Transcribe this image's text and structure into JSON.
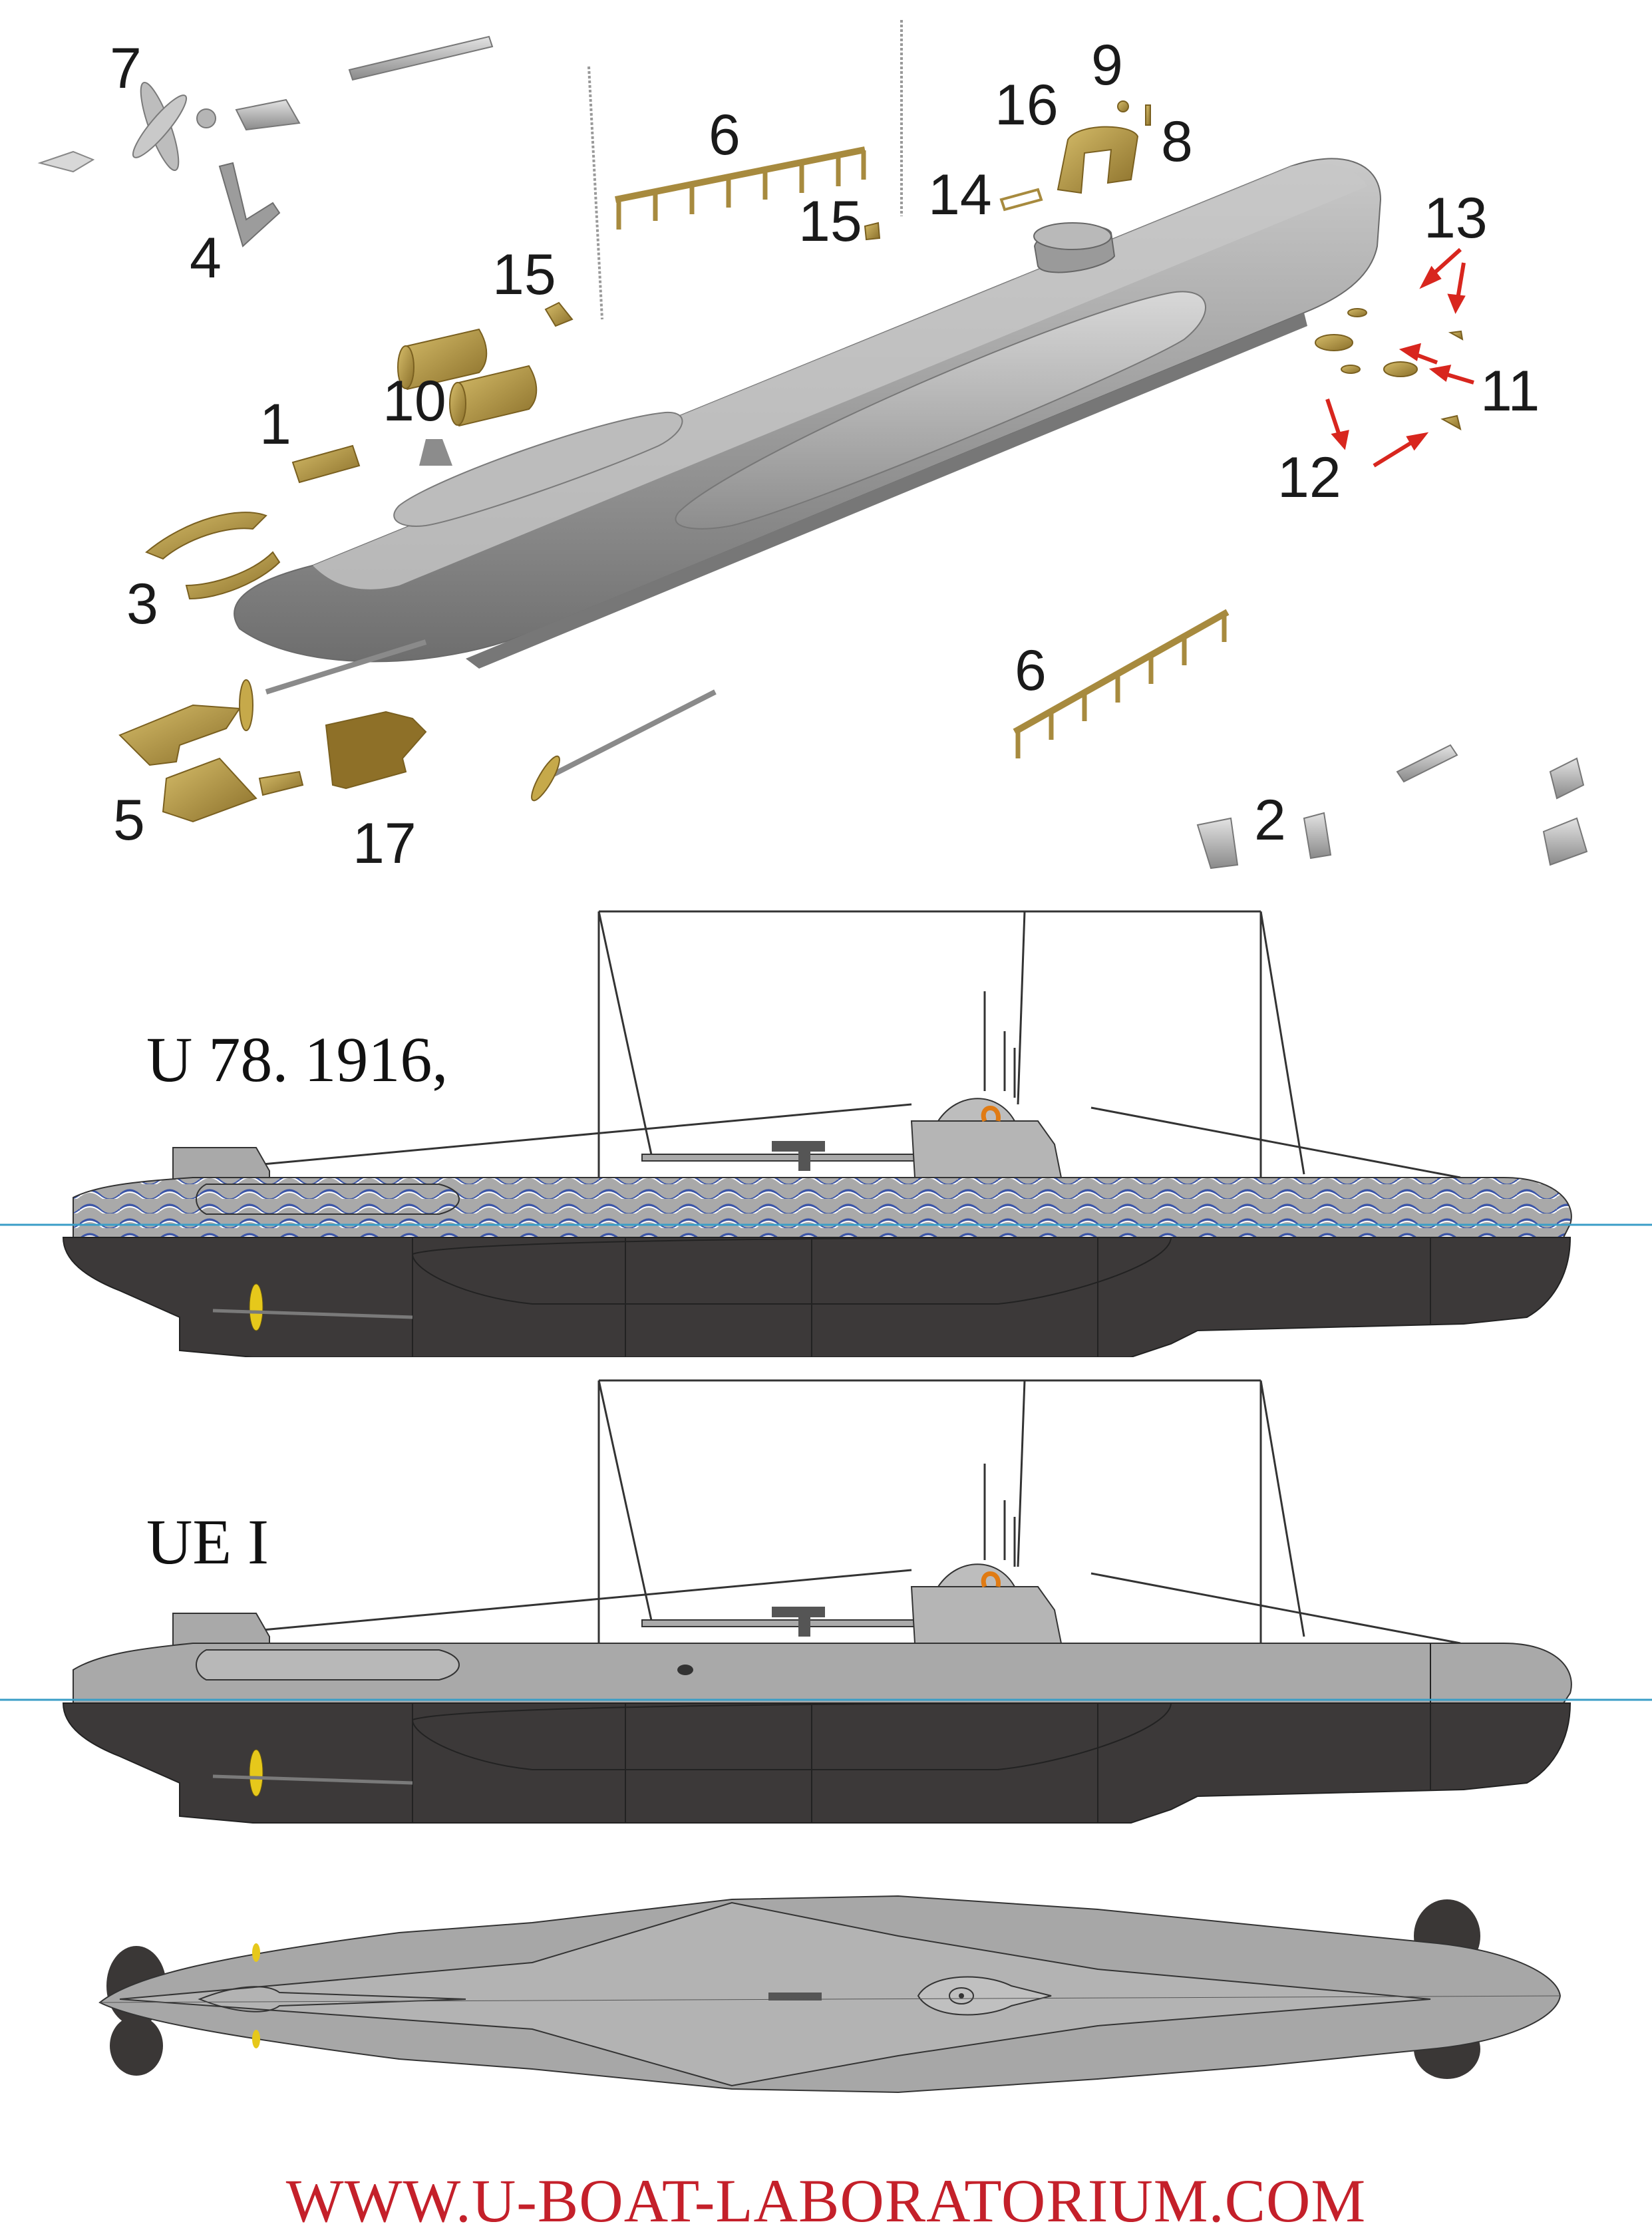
{
  "part_labels": {
    "p7": "7",
    "p4": "4",
    "p15a": "15",
    "p10": "10",
    "p1": "1",
    "p3": "3",
    "p5": "5",
    "p17": "17",
    "p6a": "6",
    "p15b": "15",
    "p14": "14",
    "p16": "16",
    "p9": "9",
    "p8": "8",
    "p13": "13",
    "p11": "11",
    "p12": "12",
    "p6b": "6",
    "p2": "2"
  },
  "variants": {
    "first": "U 78. 1916,",
    "second": "UE I"
  },
  "footer": {
    "website": "WWW.U-BOAT-LABORATORIUM.COM"
  },
  "colors": {
    "hull_grey": "#a8a8a8",
    "hull_dark": "#3a3736",
    "brass": "#b89a45",
    "waterline": "#3a9ec7",
    "arrow_red": "#d8261e",
    "url_red": "#c4202a",
    "render_grey": "#9c9c9c"
  }
}
